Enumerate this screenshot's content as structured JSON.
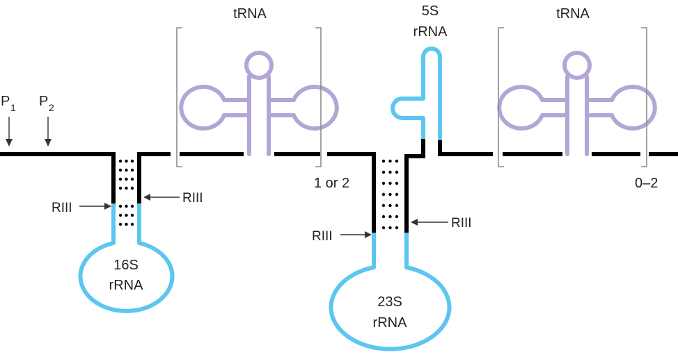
{
  "diagram": {
    "promoters": [
      {
        "letter": "P",
        "sub": "1"
      },
      {
        "letter": "P",
        "sub": "2"
      }
    ],
    "trna_left": {
      "label": "tRNA",
      "repeat": "1 or 2"
    },
    "trna_right": {
      "label": "tRNA",
      "repeat": "0–2"
    },
    "rrna_16s": {
      "line1": "16S",
      "line2": "rRNA"
    },
    "rrna_23s": {
      "line1": "23S",
      "line2": "rRNA"
    },
    "rrna_5s": {
      "line1": "5S",
      "line2": "rRNA"
    },
    "cleavage_label": "RIII",
    "colors": {
      "transcript": "#000000",
      "rrna": "#5cc6f0",
      "trna": "#b3a6d6"
    }
  }
}
